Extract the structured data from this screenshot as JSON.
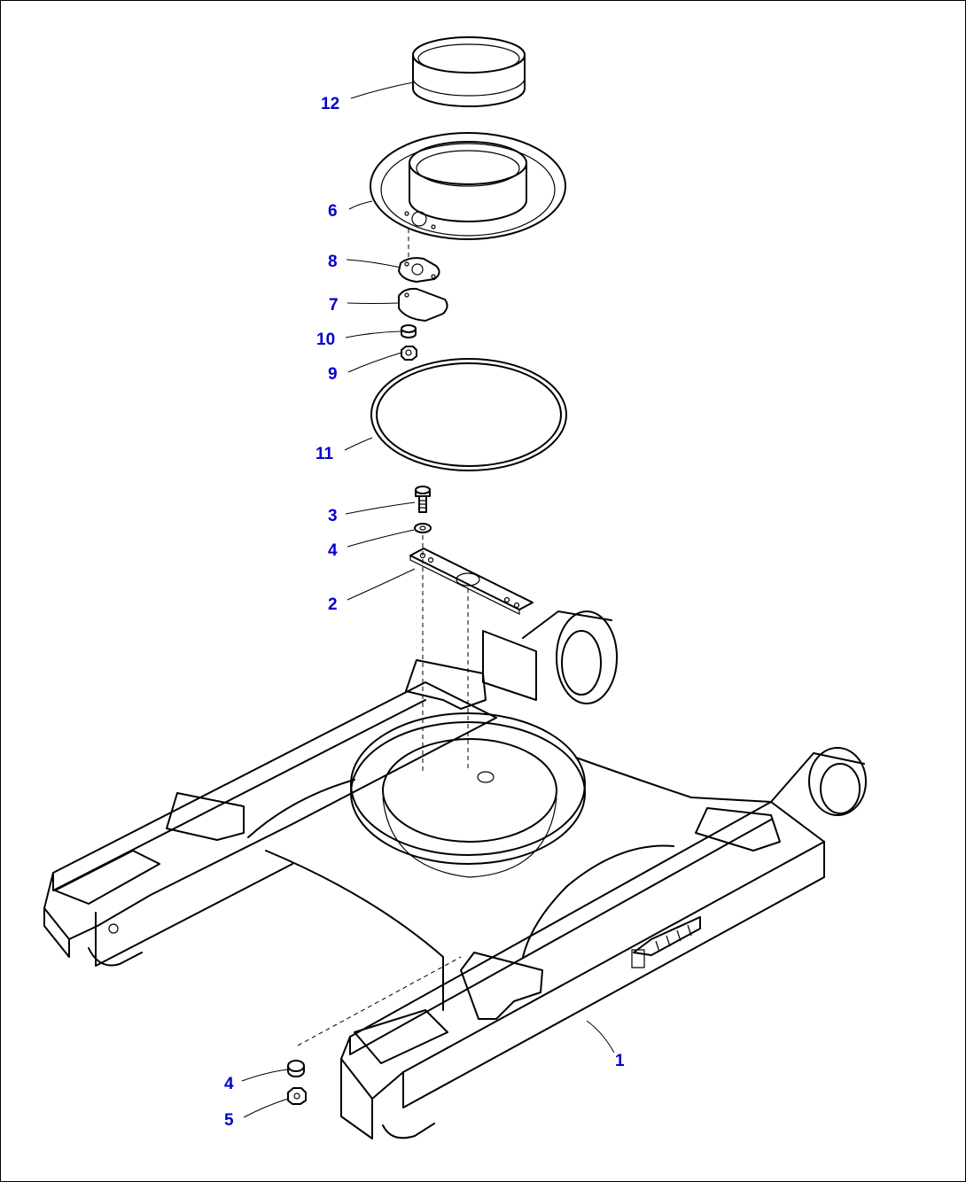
{
  "callouts": [
    {
      "id": "12",
      "text": "12"
    },
    {
      "id": "6",
      "text": "6"
    },
    {
      "id": "8",
      "text": "8"
    },
    {
      "id": "7",
      "text": "7"
    },
    {
      "id": "10",
      "text": "10"
    },
    {
      "id": "9",
      "text": "9"
    },
    {
      "id": "11",
      "text": "11"
    },
    {
      "id": "3",
      "text": "3"
    },
    {
      "id": "4-top",
      "text": "4"
    },
    {
      "id": "2",
      "text": "2"
    },
    {
      "id": "1",
      "text": "1"
    },
    {
      "id": "4-bottom",
      "text": "4"
    },
    {
      "id": "5",
      "text": "5"
    }
  ],
  "colors": {
    "line": "#000000",
    "callout": "#0000cc",
    "background": "#ffffff"
  }
}
